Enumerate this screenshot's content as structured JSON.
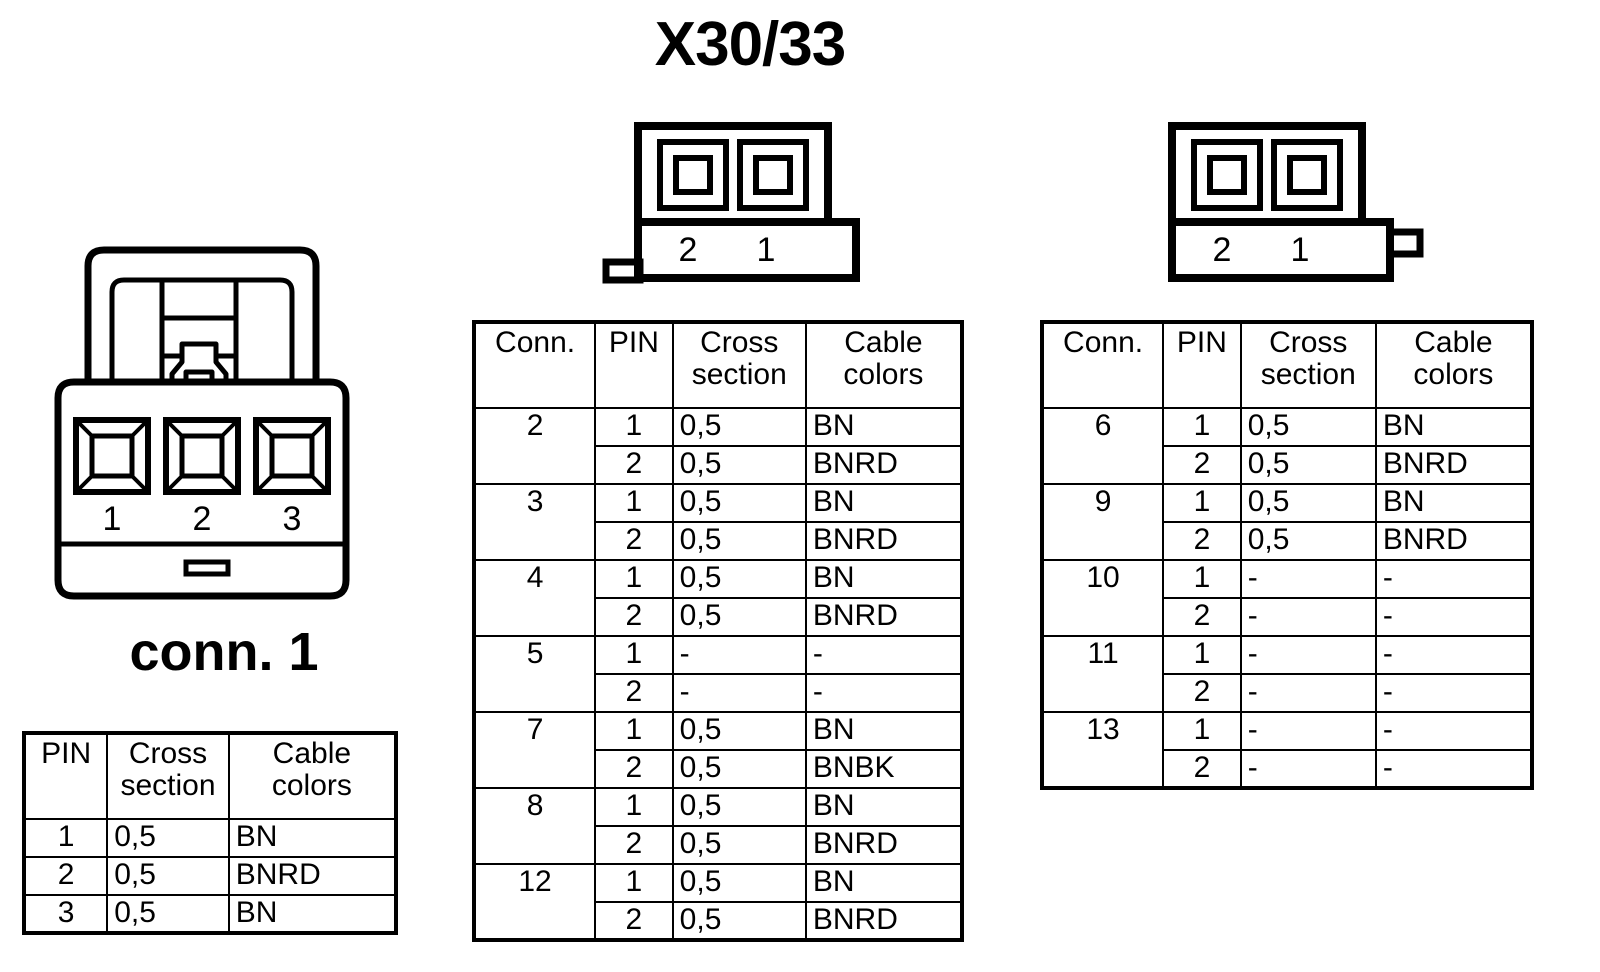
{
  "title": "X30/33",
  "connector_1": {
    "caption": "conn. 1",
    "pin_labels": [
      "1",
      "2",
      "3"
    ],
    "pin_count": 3,
    "table": {
      "headers": [
        {
          "line1": "PIN",
          "line2": ""
        },
        {
          "line1": "Cross",
          "line2": "section"
        },
        {
          "line1": "Cable",
          "line2": "colors"
        }
      ],
      "rows": [
        {
          "pin": "1",
          "cross_section": "0,5",
          "cable_colors": "BN"
        },
        {
          "pin": "2",
          "cross_section": "0,5",
          "cable_colors": "BNRD"
        },
        {
          "pin": "3",
          "cross_section": "0,5",
          "cable_colors": "BN"
        }
      ]
    }
  },
  "connector_middle": {
    "pin_labels": [
      "2",
      "1"
    ],
    "pin_count": 2,
    "tab_side": "bottom-left",
    "table": {
      "headers": [
        {
          "line1": "Conn.",
          "line2": ""
        },
        {
          "line1": "PIN",
          "line2": ""
        },
        {
          "line1": "Cross",
          "line2": "section"
        },
        {
          "line1": "Cable",
          "line2": "colors"
        }
      ],
      "groups": [
        {
          "conn": "2",
          "rows": [
            {
              "pin": "1",
              "cross_section": "0,5",
              "cable_colors": "BN"
            },
            {
              "pin": "2",
              "cross_section": "0,5",
              "cable_colors": "BNRD"
            }
          ]
        },
        {
          "conn": "3",
          "rows": [
            {
              "pin": "1",
              "cross_section": "0,5",
              "cable_colors": "BN"
            },
            {
              "pin": "2",
              "cross_section": "0,5",
              "cable_colors": "BNRD"
            }
          ]
        },
        {
          "conn": "4",
          "rows": [
            {
              "pin": "1",
              "cross_section": "0,5",
              "cable_colors": "BN"
            },
            {
              "pin": "2",
              "cross_section": "0,5",
              "cable_colors": "BNRD"
            }
          ]
        },
        {
          "conn": "5",
          "rows": [
            {
              "pin": "1",
              "cross_section": "-",
              "cable_colors": "-"
            },
            {
              "pin": "2",
              "cross_section": "-",
              "cable_colors": "-"
            }
          ]
        },
        {
          "conn": "7",
          "rows": [
            {
              "pin": "1",
              "cross_section": "0,5",
              "cable_colors": "BN"
            },
            {
              "pin": "2",
              "cross_section": "0,5",
              "cable_colors": "BNBK"
            }
          ]
        },
        {
          "conn": "8",
          "rows": [
            {
              "pin": "1",
              "cross_section": "0,5",
              "cable_colors": "BN"
            },
            {
              "pin": "2",
              "cross_section": "0,5",
              "cable_colors": "BNRD"
            }
          ]
        },
        {
          "conn": "12",
          "rows": [
            {
              "pin": "1",
              "cross_section": "0,5",
              "cable_colors": "BN"
            },
            {
              "pin": "2",
              "cross_section": "0,5",
              "cable_colors": "BNRD"
            }
          ]
        }
      ]
    }
  },
  "connector_right": {
    "pin_labels": [
      "2",
      "1"
    ],
    "pin_count": 2,
    "tab_side": "right",
    "table": {
      "headers": [
        {
          "line1": "Conn.",
          "line2": ""
        },
        {
          "line1": "PIN",
          "line2": ""
        },
        {
          "line1": "Cross",
          "line2": "section"
        },
        {
          "line1": "Cable",
          "line2": "colors"
        }
      ],
      "groups": [
        {
          "conn": "6",
          "rows": [
            {
              "pin": "1",
              "cross_section": "0,5",
              "cable_colors": "BN"
            },
            {
              "pin": "2",
              "cross_section": "0,5",
              "cable_colors": "BNRD"
            }
          ]
        },
        {
          "conn": "9",
          "rows": [
            {
              "pin": "1",
              "cross_section": "0,5",
              "cable_colors": "BN"
            },
            {
              "pin": "2",
              "cross_section": "0,5",
              "cable_colors": "BNRD"
            }
          ]
        },
        {
          "conn": "10",
          "rows": [
            {
              "pin": "1",
              "cross_section": "-",
              "cable_colors": "-"
            },
            {
              "pin": "2",
              "cross_section": "-",
              "cable_colors": "-"
            }
          ]
        },
        {
          "conn": "11",
          "rows": [
            {
              "pin": "1",
              "cross_section": "-",
              "cable_colors": "-"
            },
            {
              "pin": "2",
              "cross_section": "-",
              "cable_colors": "-"
            }
          ]
        },
        {
          "conn": "13",
          "rows": [
            {
              "pin": "1",
              "cross_section": "-",
              "cable_colors": "-"
            },
            {
              "pin": "2",
              "cross_section": "-",
              "cable_colors": "-"
            }
          ]
        }
      ]
    }
  },
  "colors": {
    "ink": "#000000",
    "paper": "#ffffff"
  }
}
